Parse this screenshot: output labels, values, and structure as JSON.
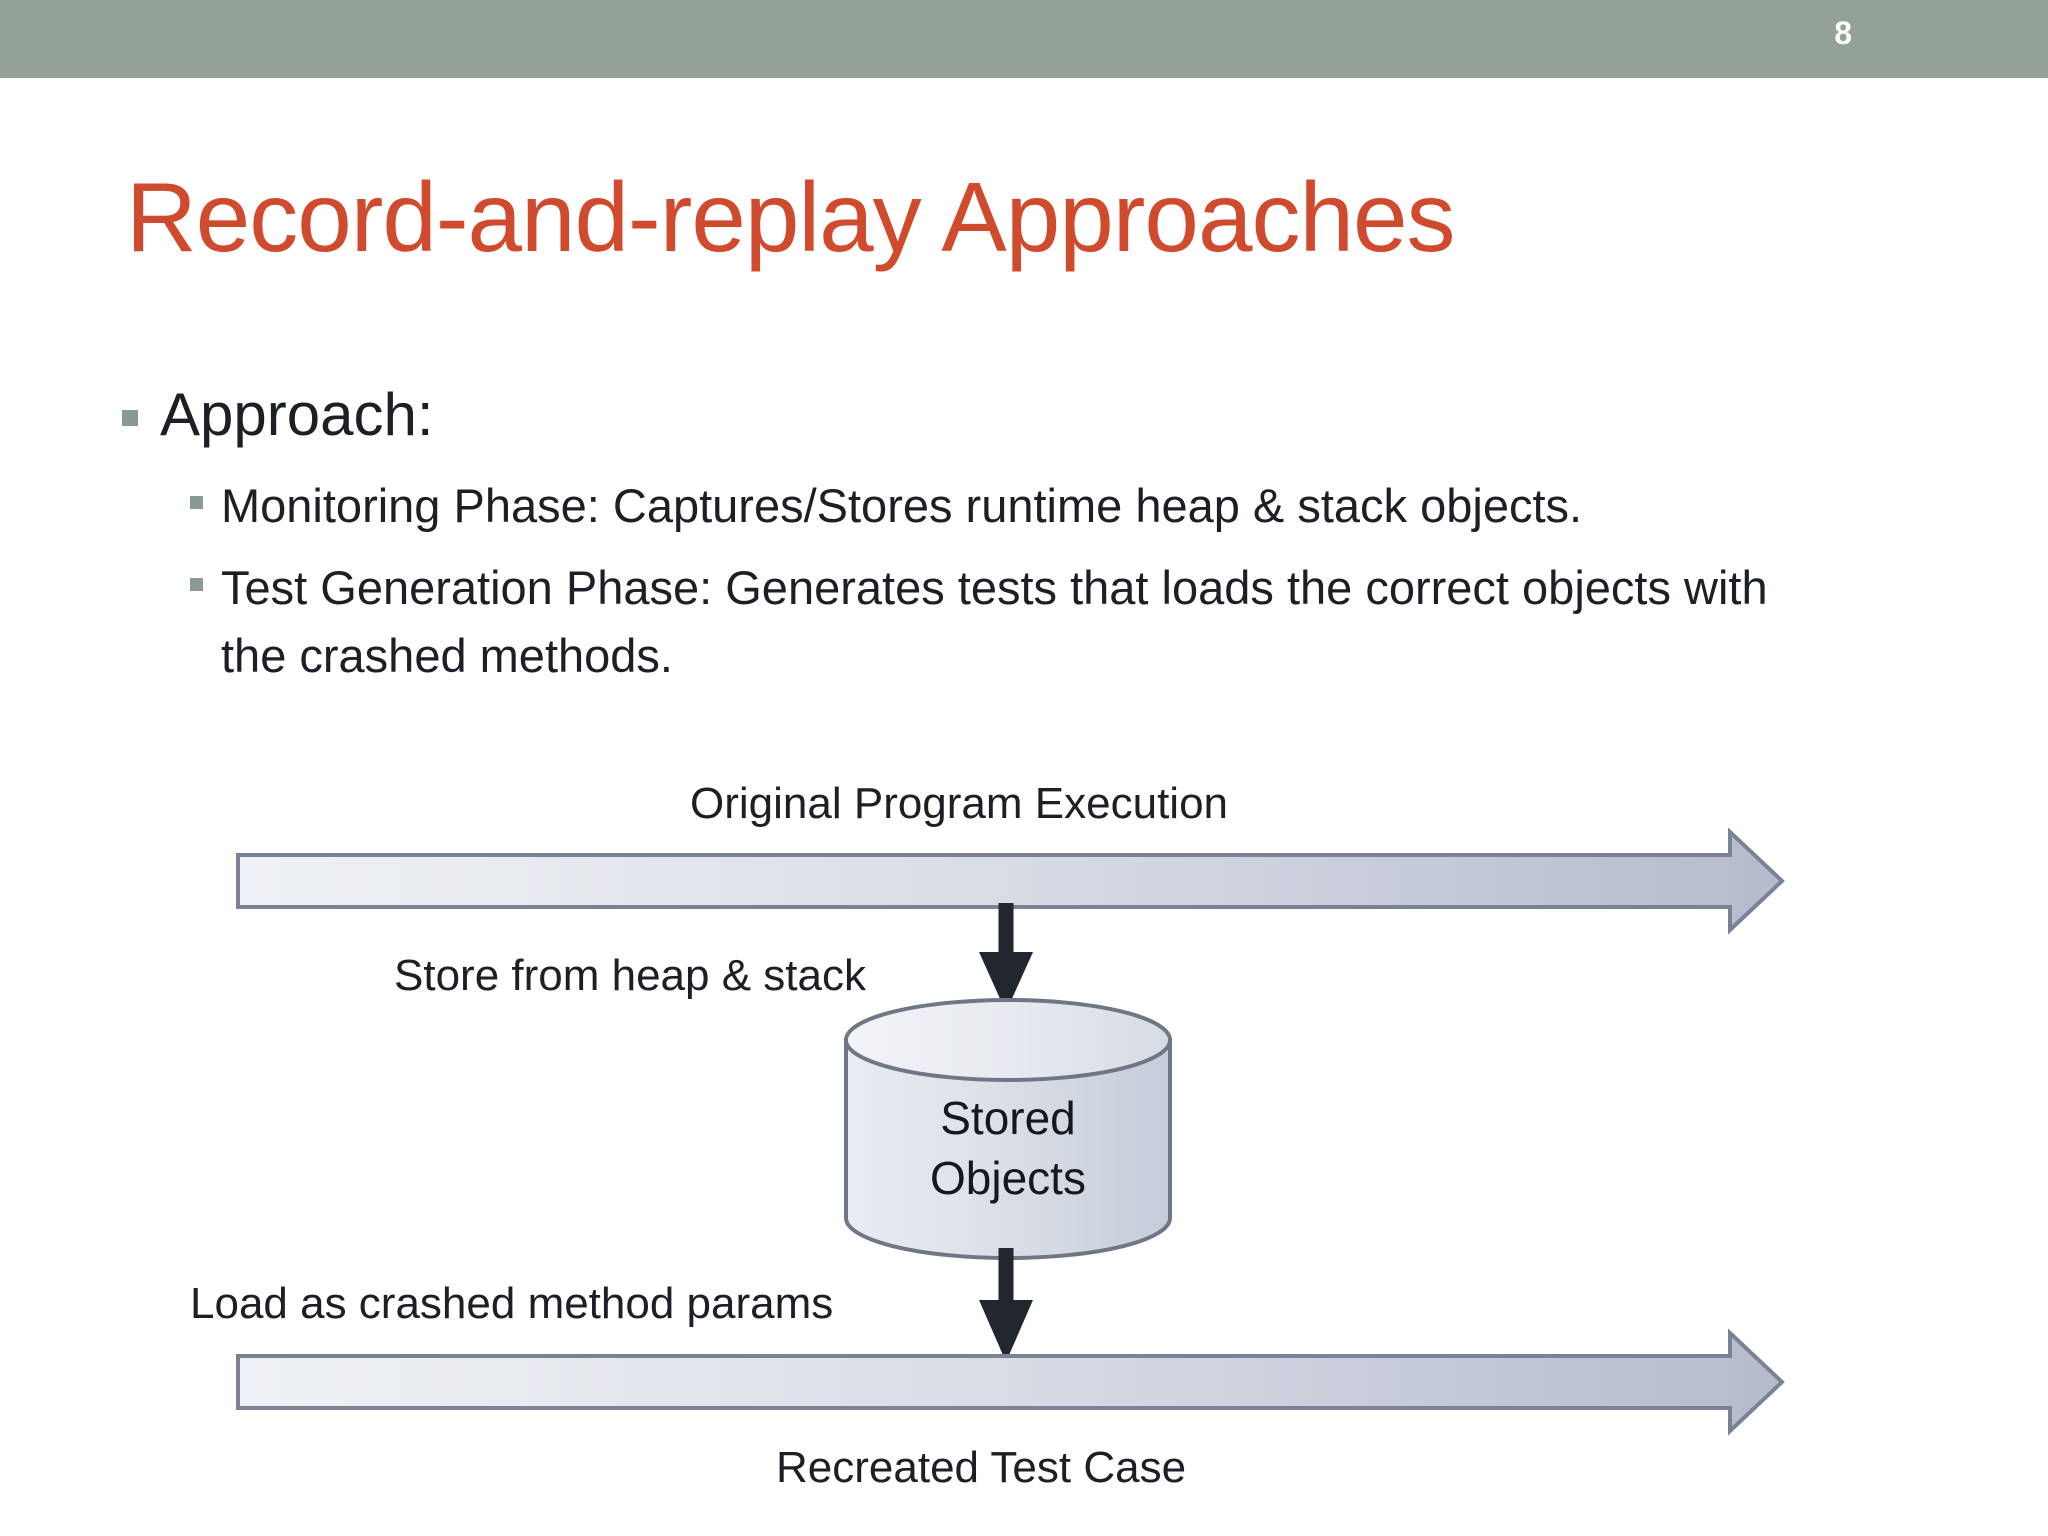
{
  "slide": {
    "page_number": "8",
    "banner_color": "#93a197",
    "title": "Record-and-replay Approaches",
    "title_color": "#d04a2d",
    "background_color": "#ffffff"
  },
  "body": {
    "level1": {
      "text": "Approach:",
      "marker": "square-bullet"
    },
    "level2": [
      {
        "text": "Monitoring Phase: Captures/Stores runtime heap & stack objects."
      },
      {
        "text": "Test Generation Phase: Generates tests that loads the correct objects with the crashed methods."
      }
    ]
  },
  "diagram": {
    "labels": {
      "original_execution": "Original Program Execution",
      "store_from": "Store from heap & stack",
      "load_as": "Load as crashed method params",
      "recreated": "Recreated Test Case"
    },
    "cylinder": {
      "line1": "Stored",
      "line2": "Objects"
    },
    "arrow_fill_start": "#eef1f4",
    "arrow_fill_end": "#b9bfcd",
    "arrow_stroke": "#7a8296",
    "connector_color": "#22262f"
  }
}
